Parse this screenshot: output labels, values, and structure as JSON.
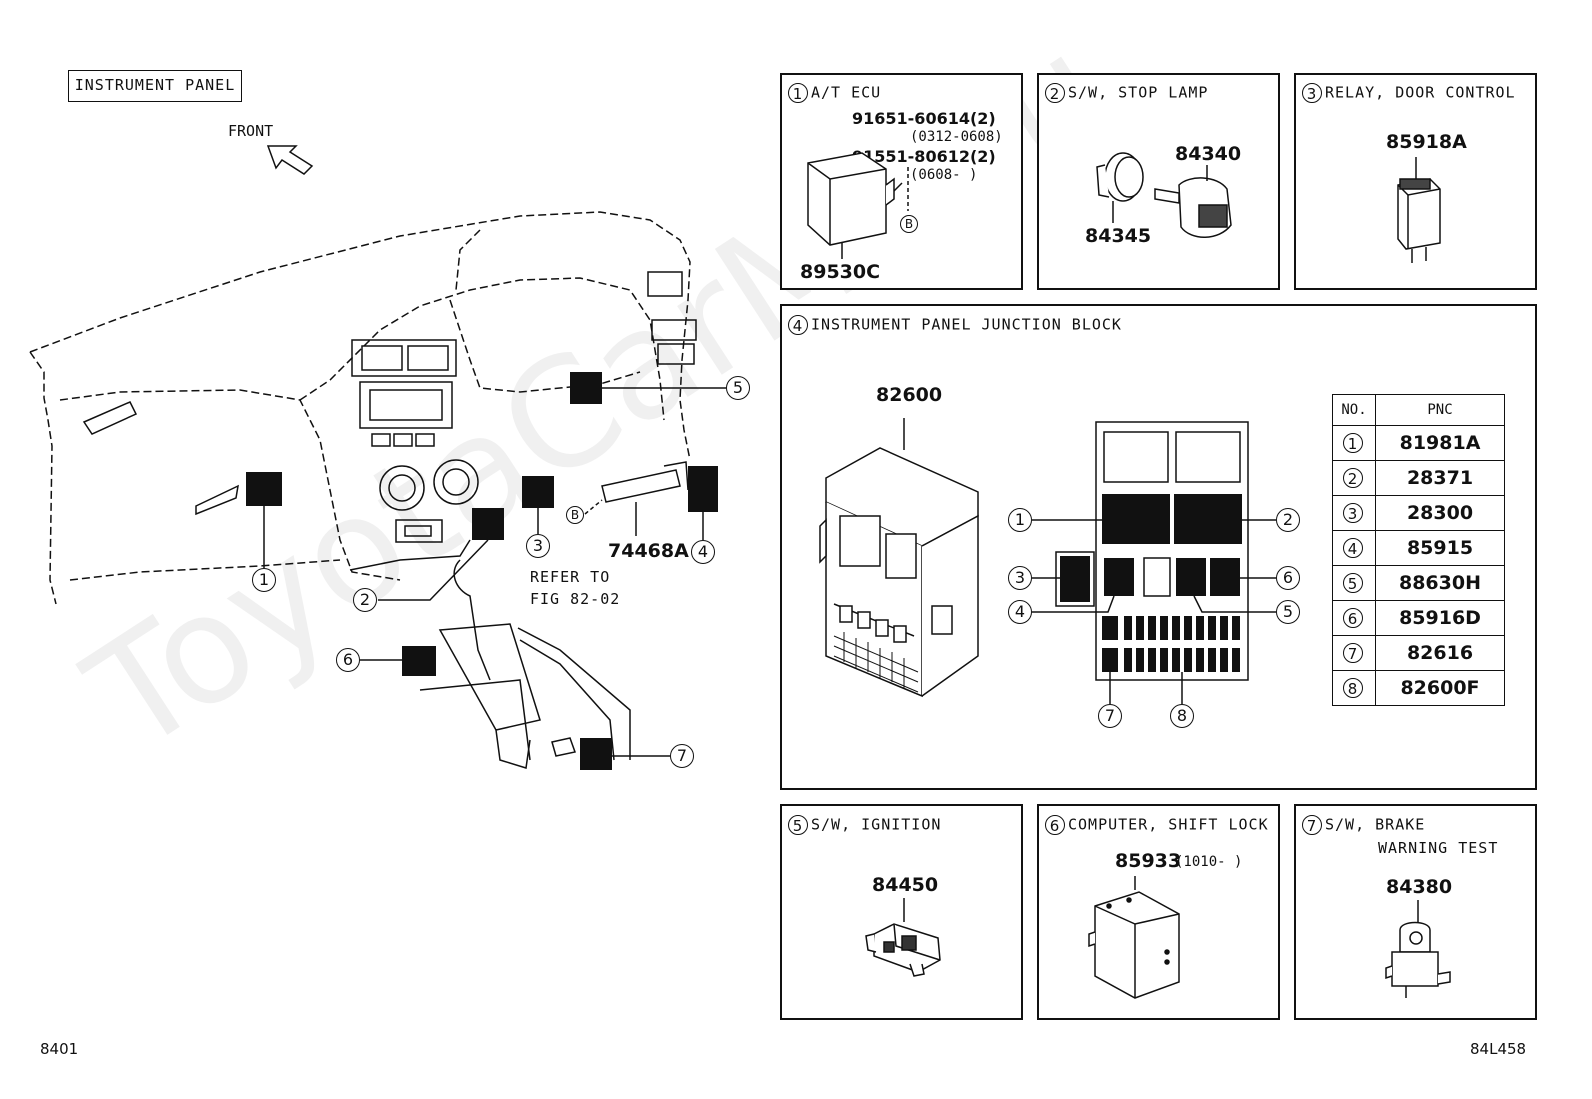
{
  "watermark": "ToyotaCarMir.ru",
  "header": {
    "section_label": "INSTRUMENT PANEL",
    "front_label": "FRONT"
  },
  "main": {
    "refer_to": "REFER TO",
    "refer_fig": "FIG 82-02",
    "bracket_pn": "74468A",
    "callout_b": "B",
    "callouts": [
      "1",
      "2",
      "3",
      "4",
      "5",
      "6",
      "7"
    ]
  },
  "boxes": [
    {
      "num": "1",
      "title": "A/T ECU",
      "parts": [
        "89530C"
      ],
      "bolts": [
        {
          "pn": "91651-60614(2)",
          "range": "(0312-0608)"
        },
        {
          "pn": "91551-80612(2)",
          "range": "(0608-      )"
        }
      ],
      "marker": "B"
    },
    {
      "num": "2",
      "title": "S/W, STOP LAMP",
      "parts": [
        "84340",
        "84345"
      ]
    },
    {
      "num": "3",
      "title": "RELAY, DOOR CONTROL",
      "parts": [
        "85918A"
      ]
    },
    {
      "num": "4",
      "title": "INSTRUMENT PANEL JUNCTION BLOCK",
      "parts": [
        "82600"
      ],
      "jb_callouts": [
        "1",
        "2",
        "3",
        "4",
        "5",
        "6",
        "7",
        "8"
      ],
      "table": {
        "headers": [
          "NO.",
          "PNC"
        ],
        "rows": [
          {
            "no": "1",
            "pnc": "81981A"
          },
          {
            "no": "2",
            "pnc": "28371"
          },
          {
            "no": "3",
            "pnc": "28300"
          },
          {
            "no": "4",
            "pnc": "85915"
          },
          {
            "no": "5",
            "pnc": "88630H"
          },
          {
            "no": "6",
            "pnc": "85916D"
          },
          {
            "no": "7",
            "pnc": "82616"
          },
          {
            "no": "8",
            "pnc": "82600F"
          }
        ]
      }
    },
    {
      "num": "5",
      "title": "S/W, IGNITION",
      "parts": [
        "84450"
      ]
    },
    {
      "num": "6",
      "title": "COMPUTER, SHIFT LOCK",
      "parts": [
        "85933"
      ],
      "range": "(1010-      )"
    },
    {
      "num": "7",
      "title": "S/W, BRAKE",
      "title2": "WARNING TEST",
      "parts": [
        "84380"
      ]
    }
  ],
  "footer": {
    "left_code": "8401",
    "right_code": "84L458"
  }
}
